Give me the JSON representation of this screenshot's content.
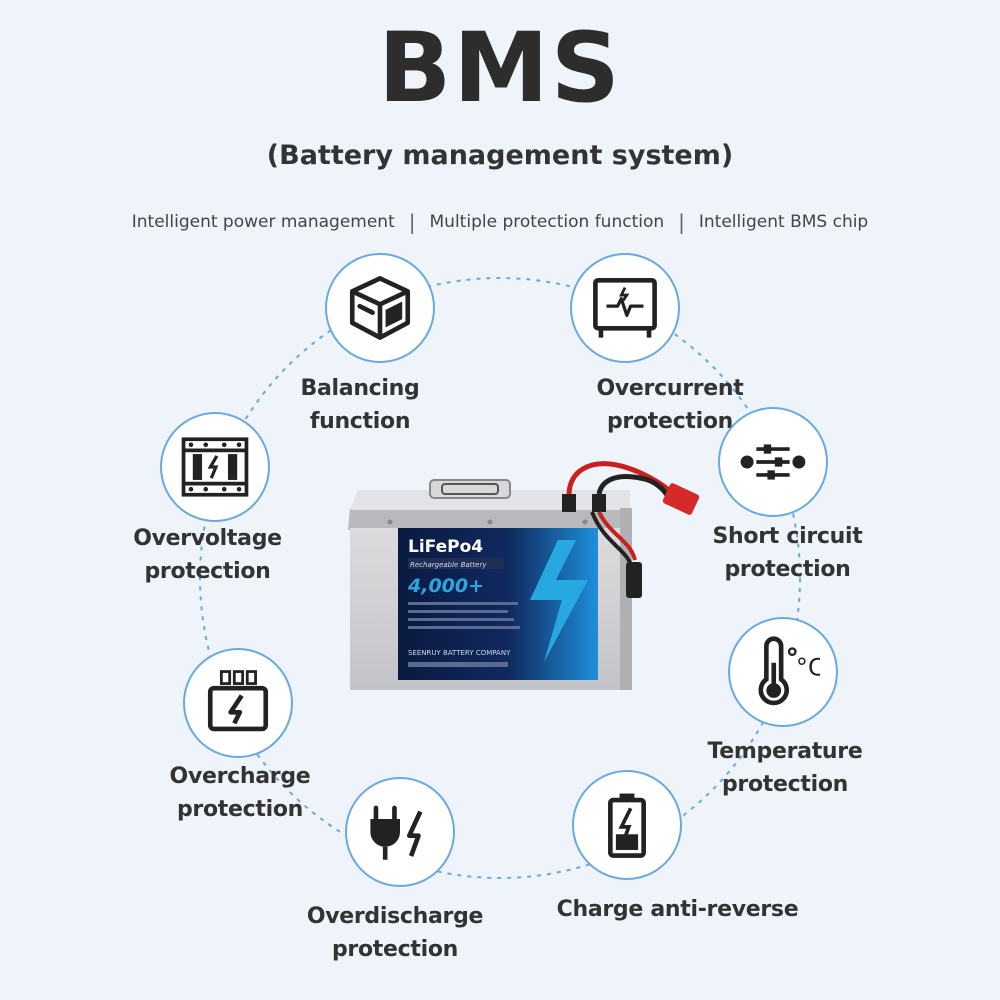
{
  "title": "BMS",
  "subtitle": "(Battery management system)",
  "taglines": [
    "Intelligent power management",
    "Multiple protection function",
    "Intelligent BMS chip"
  ],
  "features": [
    {
      "icon": "cube-icon",
      "label": "Balancing function"
    },
    {
      "icon": "monitor-pulse-icon",
      "label": "Overcurrent protection"
    },
    {
      "icon": "circuit-icon",
      "label_line1": "Short circuit",
      "label_line2": "protection"
    },
    {
      "icon": "thermometer-icon",
      "label_line1": "Temperature",
      "label_line2": "protection",
      "unit": "°C"
    },
    {
      "icon": "battery-bolt-icon",
      "label": "Charge anti-reverse"
    },
    {
      "icon": "plug-bolt-icon",
      "label_line1": "Overdischarge",
      "label_line2": "protection"
    },
    {
      "icon": "charger-icon",
      "label_line1": "Overcharge",
      "label_line2": "protection"
    },
    {
      "icon": "breaker-icon",
      "label_line1": "Overvoltage",
      "label_line2": "protection"
    }
  ],
  "battery": {
    "brand": "LiFePo4",
    "subtitle": "Rechargeable Battery",
    "cycles": "4,000+",
    "company": "SEENRUY BATTERY COMPANY"
  },
  "colors": {
    "background": "#eef4f9",
    "ring": "#6aa9df",
    "label_accent": "#28a8e0",
    "connector": "#d42a2a"
  }
}
